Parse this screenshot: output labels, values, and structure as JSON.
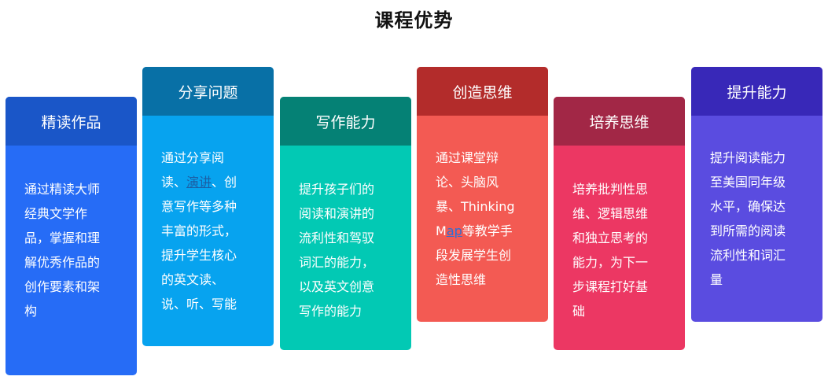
{
  "page": {
    "title": "课程优势"
  },
  "cards": [
    {
      "title": "精读作品",
      "head_color": "#1a56c8",
      "body_color": "#266cf6",
      "lines": [
        "通过精读大师",
        "经典文学作",
        "品，掌握和理",
        "解优秀作品的",
        "创作要素和架",
        "构"
      ]
    },
    {
      "title": "分享问题",
      "head_color": "#0870a6",
      "body_color": "#07a3ef",
      "line1": "通过分享阅",
      "line2_pre": "读、",
      "line2_link": "演讲",
      "line2_post": "、创",
      "lines_rest": [
        "意写作等多种",
        "丰富的形式，",
        "提升学生核心",
        "的英文读、",
        "说、听、写能"
      ],
      "link_color": "#1b5fa5"
    },
    {
      "title": "写作能力",
      "head_color": "#058175",
      "body_color": "#02c9b4",
      "lines": [
        "提升孩子们的",
        "阅读和演讲的",
        "流利性和驾驭",
        "词汇的能力，",
        "以及英文创意",
        "写作的能力"
      ]
    },
    {
      "title": "创造思维",
      "head_color": "#b32c2b",
      "body_color": "#f35a53",
      "lines_a": [
        "通过课堂辩",
        "论、头脑风",
        "暴、Thinking"
      ],
      "map_pre": "M",
      "map_link": "ap",
      "map_post": "等教学手",
      "lines_b": [
        "段发展学生创",
        "造性思维"
      ],
      "link_color": "#2a6fd6"
    },
    {
      "title": "培养思维",
      "head_color": "#a22746",
      "body_color": "#ec3763",
      "lines": [
        "培养批判性思",
        "维、逻辑思维",
        "和独立思考的",
        "能力，为下一",
        "步课程打好基",
        "础"
      ]
    },
    {
      "title": "提升能力",
      "head_color": "#3828b8",
      "body_color": "#5a4ce0",
      "lines": [
        "提升阅读能力",
        "至美国同年级",
        "水平，确保达",
        "到所需的阅读",
        "流利性和词汇",
        "量"
      ]
    }
  ]
}
